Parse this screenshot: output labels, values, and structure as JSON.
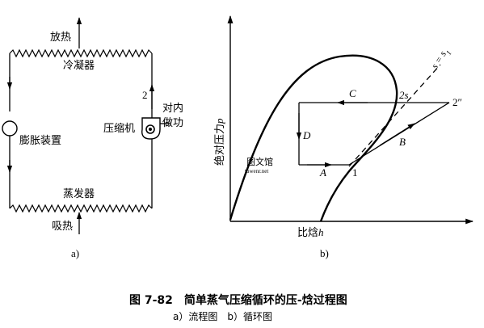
{
  "figure": {
    "title": "图 7-82　简单蒸气压缩循环的压-焓过程图",
    "subtitle": "a）流程图　b）循环图"
  },
  "flow_diagram": {
    "label": "a)",
    "heat_release": "放热",
    "condenser": "冷凝器",
    "state_point_2": "2",
    "work_input_line1": "对内",
    "work_input_line2": "做功",
    "compressor": "压缩机",
    "expansion_device": "膨胀装置",
    "evaporator": "蒸发器",
    "heat_absorption": "吸热"
  },
  "cycle_diagram": {
    "label": "b)",
    "y_axis_label": "绝对压力",
    "y_axis_symbol": "p",
    "x_axis_label": "比焓",
    "x_axis_symbol": "h",
    "isentrope": "s = s",
    "isentrope_sub": "1",
    "point_2s": "2s",
    "point_2pp": "2″",
    "point_1": "1",
    "process_A": "A",
    "process_B": "B",
    "process_C": "C",
    "process_D": "D"
  },
  "watermark": {
    "line1": "图文馆",
    "line2": "tuwenr.net"
  }
}
